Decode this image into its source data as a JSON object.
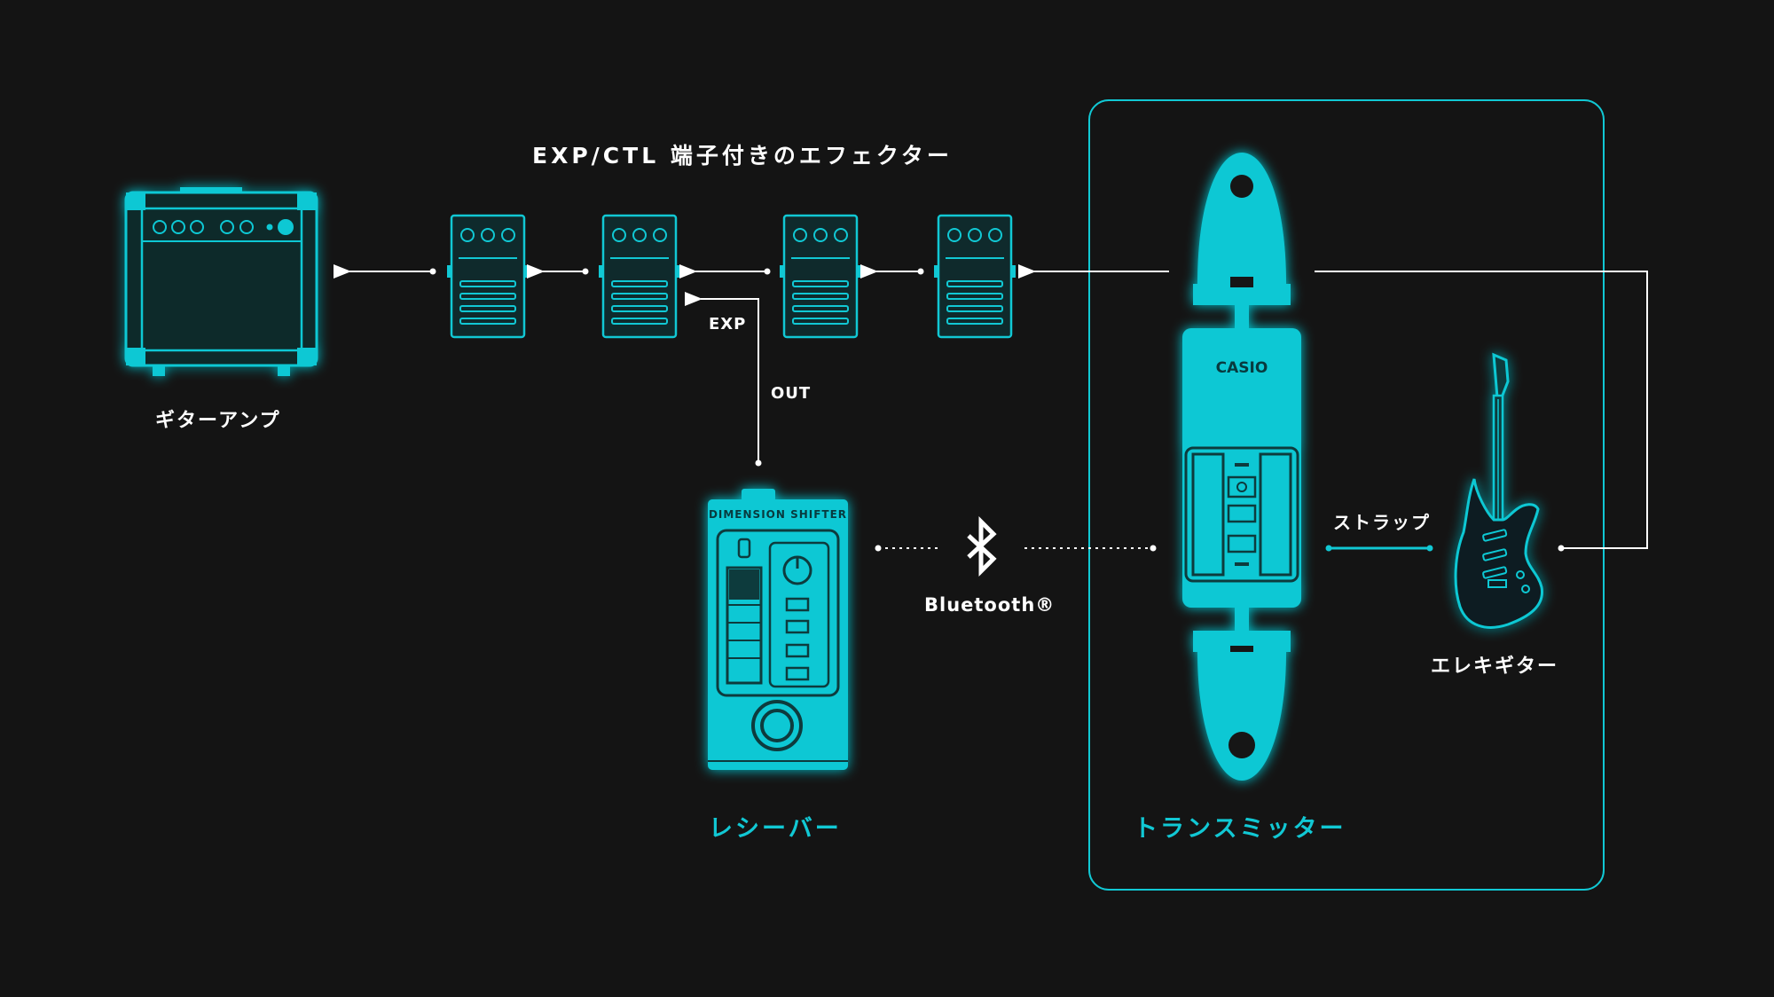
{
  "header": {
    "effects_title": "EXP/CTL 端子付きのエフェクター"
  },
  "labels": {
    "guitar_amp": "ギターアンプ",
    "exp": "EXP",
    "out": "OUT",
    "bluetooth": "Bluetooth®",
    "strap": "ストラップ",
    "electric_guitar": "エレキギター",
    "receiver": "レシーバー",
    "transmitter": "トランスミッター"
  },
  "devices": {
    "receiver_brand": "DIMENSION SHIFTER",
    "transmitter_brand": "CASIO"
  },
  "colors": {
    "accent": "#11c8d4",
    "background": "#141414",
    "line": "#ffffff"
  },
  "icons": [
    "bluetooth-icon",
    "guitar-amp-icon",
    "effect-pedal-icon",
    "electric-guitar-icon",
    "power-icon"
  ]
}
